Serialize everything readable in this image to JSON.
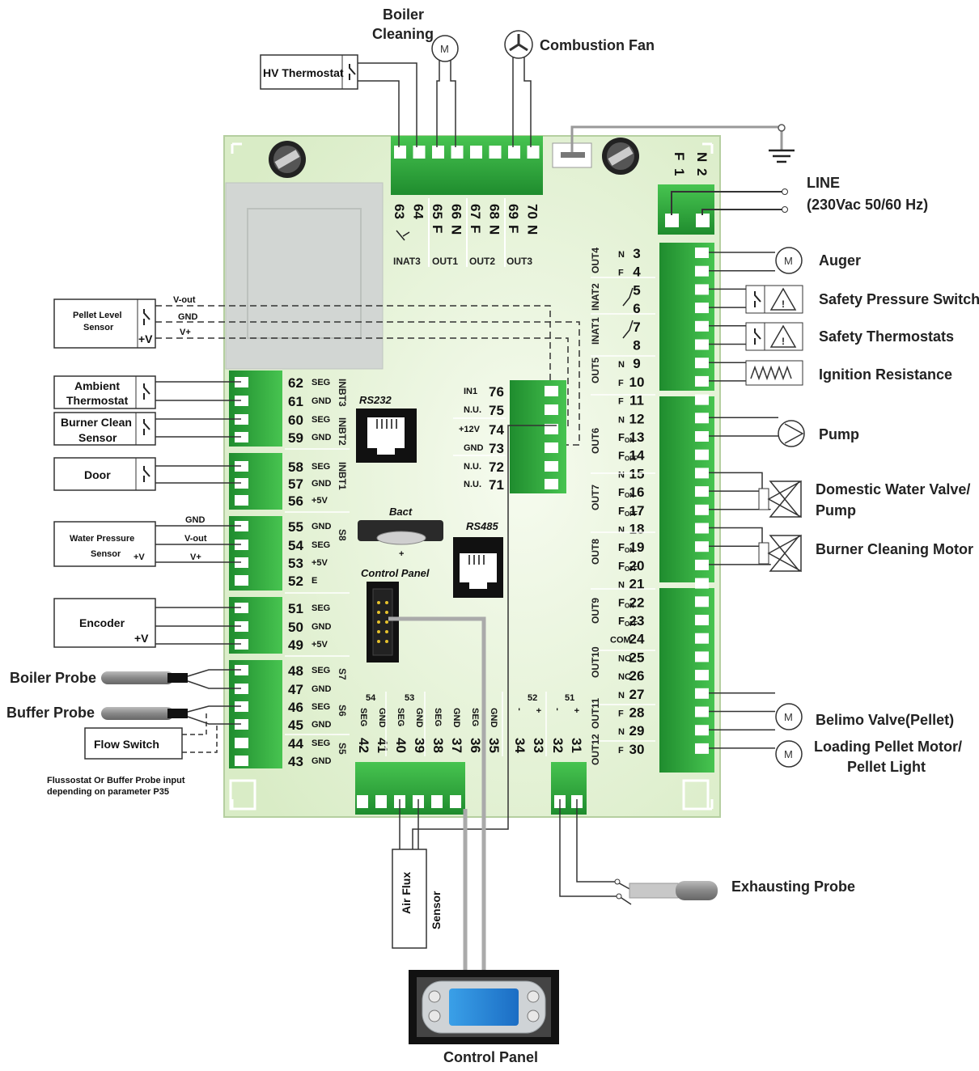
{
  "top": {
    "boiler_cleaning": [
      "Boiler",
      "Cleaning"
    ],
    "combustion_fan": "Combustion Fan",
    "hv_thermostat": "HV Thermostat",
    "motor_symbol": "M"
  },
  "line": {
    "title": "LINE",
    "spec": "(230Vac 50/60 Hz)",
    "f": "F",
    "n": "N",
    "f1": "1",
    "n2": "2"
  },
  "top_terminals": {
    "numbers": [
      "63",
      "64",
      "65",
      "66",
      "67",
      "68",
      "69",
      "70"
    ],
    "signals": [
      "",
      "",
      "F",
      "N",
      "F",
      "N",
      "F",
      "N"
    ],
    "groups": [
      "INAT3",
      "OUT1",
      "OUT2",
      "OUT3"
    ]
  },
  "right_terminals": [
    {
      "n": "3",
      "s": "N"
    },
    {
      "n": "4",
      "s": "F"
    },
    {
      "n": "5",
      "s": ""
    },
    {
      "n": "6",
      "s": ""
    },
    {
      "n": "7",
      "s": ""
    },
    {
      "n": "8",
      "s": ""
    },
    {
      "n": "9",
      "s": "N"
    },
    {
      "n": "10",
      "s": "F"
    },
    {
      "n": "11",
      "s": "F"
    },
    {
      "n": "12",
      "s": "N"
    },
    {
      "n": "13",
      "s": "FON"
    },
    {
      "n": "14",
      "s": "FOFF"
    },
    {
      "n": "15",
      "s": "N"
    },
    {
      "n": "16",
      "s": "FON"
    },
    {
      "n": "17",
      "s": "FOFF"
    },
    {
      "n": "18",
      "s": "N"
    },
    {
      "n": "19",
      "s": "FON"
    },
    {
      "n": "20",
      "s": "FOFF"
    },
    {
      "n": "21",
      "s": "N"
    },
    {
      "n": "22",
      "s": "FON"
    },
    {
      "n": "23",
      "s": "FOFF"
    },
    {
      "n": "24",
      "s": "COM"
    },
    {
      "n": "25",
      "s": "NO"
    },
    {
      "n": "26",
      "s": "NC"
    },
    {
      "n": "27",
      "s": "N"
    },
    {
      "n": "28",
      "s": "F"
    },
    {
      "n": "29",
      "s": "N"
    },
    {
      "n": "30",
      "s": "F"
    }
  ],
  "right_groups": [
    "OUT4",
    "INAT2",
    "INAT1",
    "OUT5",
    "OUT6",
    "OUT7",
    "OUT8",
    "OUT9",
    "OUT10",
    "OUT11",
    "OUT12"
  ],
  "right_devices": {
    "auger": "Auger",
    "safety_pressure": "Safety Pressure Switch",
    "safety_thermostats": "Safety Thermostats",
    "ignition": "Ignition Resistance",
    "pump": "Pump",
    "domestic_valve": [
      "Domestic Water Valve/",
      "Pump"
    ],
    "burner_motor": "Burner Cleaning Motor",
    "belimo": "Belimo Valve(Pellet)",
    "loading": [
      "Loading Pellet Motor/",
      "Pellet Light"
    ]
  },
  "left_terminals": [
    {
      "n": "62",
      "s": "SEG"
    },
    {
      "n": "61",
      "s": "GND"
    },
    {
      "n": "60",
      "s": "SEG"
    },
    {
      "n": "59",
      "s": "GND"
    },
    {
      "n": "58",
      "s": "SEG"
    },
    {
      "n": "57",
      "s": "GND"
    },
    {
      "n": "56",
      "s": "+5V"
    },
    {
      "n": "55",
      "s": "GND"
    },
    {
      "n": "54",
      "s": "SEG"
    },
    {
      "n": "53",
      "s": "+5V"
    },
    {
      "n": "52",
      "s": "E"
    },
    {
      "n": "51",
      "s": "SEG"
    },
    {
      "n": "50",
      "s": "GND"
    },
    {
      "n": "49",
      "s": "+5V"
    },
    {
      "n": "48",
      "s": "SEG"
    },
    {
      "n": "47",
      "s": "GND"
    },
    {
      "n": "46",
      "s": "SEG"
    },
    {
      "n": "45",
      "s": "GND"
    },
    {
      "n": "44",
      "s": "SEG"
    },
    {
      "n": "43",
      "s": "GND"
    }
  ],
  "left_groups": [
    "INBT3",
    "INBT2",
    "INBT1",
    "S8",
    "S7",
    "S6",
    "S5"
  ],
  "left_devices": {
    "pellet_level": [
      "Pellet Level",
      "Sensor"
    ],
    "ambient": [
      "Ambient",
      "Thermostat"
    ],
    "burner_clean": [
      "Burner Clean",
      "Sensor"
    ],
    "door": "Door",
    "water_pressure": [
      "Water Pressure",
      "Sensor"
    ],
    "encoder": "Encoder",
    "boiler_probe": "Boiler Probe",
    "buffer_probe": "Buffer Probe",
    "flow_switch": "Flow Switch",
    "flow_note": [
      "Flussostat Or Buffer Probe input",
      "depending on parameter P35"
    ],
    "vout": "V-out",
    "gnd": "GND",
    "vplus": "V+",
    "plusv": "+V"
  },
  "center": {
    "rs232": "RS232",
    "rs485": "RS485",
    "bact": "Bact",
    "control_panel_conn": "Control Panel",
    "mid_terminals": [
      {
        "n": "76",
        "s": "IN1"
      },
      {
        "n": "75",
        "s": "N.U."
      },
      {
        "n": "74",
        "s": "+12V"
      },
      {
        "n": "73",
        "s": "GND"
      },
      {
        "n": "72",
        "s": "N.U."
      },
      {
        "n": "71",
        "s": "N.U."
      }
    ]
  },
  "bottom_terminals": {
    "numbers": [
      "42",
      "41",
      "40",
      "39",
      "38",
      "37",
      "36",
      "35",
      "34",
      "33",
      "32",
      "31"
    ],
    "signals": [
      "SEG",
      "GND",
      "SEG",
      "GND",
      "SEG",
      "GND",
      "SEG",
      "GND",
      "-",
      "+",
      "-",
      "+"
    ],
    "groups": [
      "54",
      "53",
      "52",
      "51"
    ]
  },
  "bottom": {
    "air_flux": [
      "Air Flux",
      "Sensor"
    ],
    "exhausting_probe": "Exhausting Probe",
    "control_panel": "Control Panel"
  },
  "colors": {
    "board": "#e6f3d6",
    "terminal": "#2fa83a",
    "terminal_dark": "#1f7f2b"
  }
}
